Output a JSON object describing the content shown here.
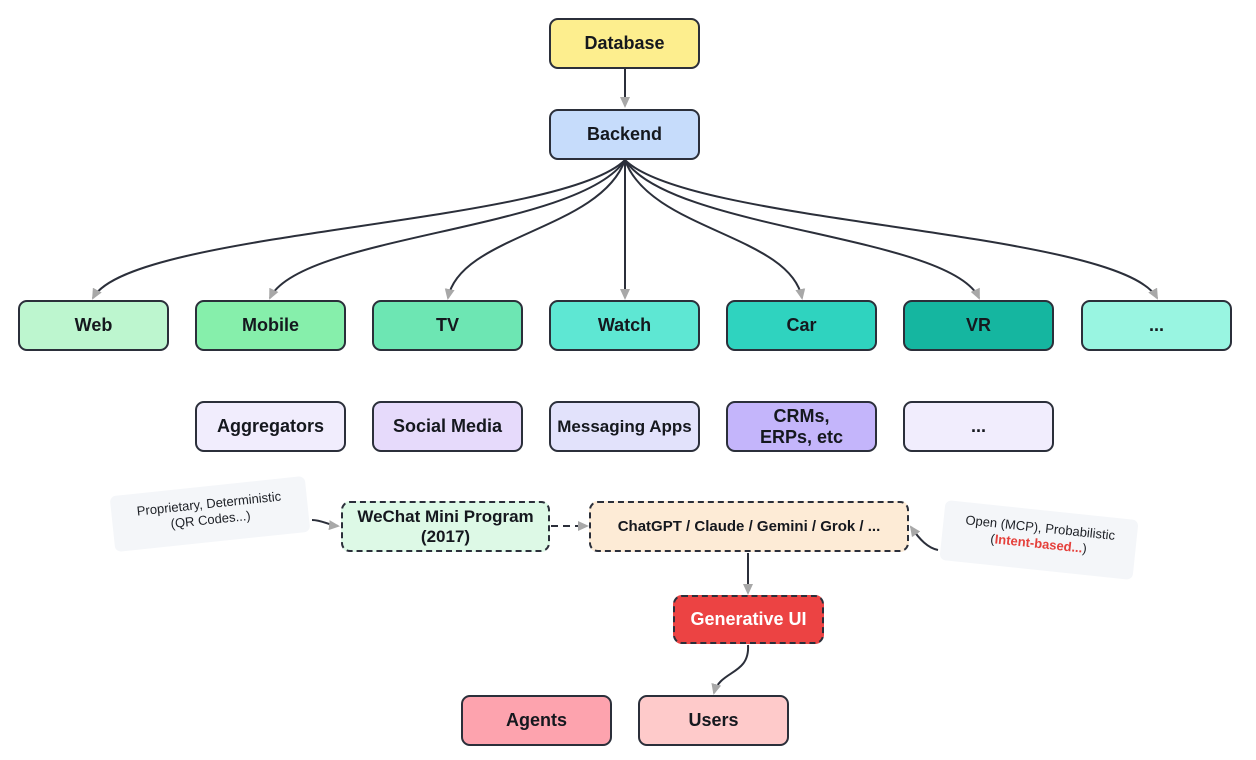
{
  "database": {
    "label": "Database",
    "color": "#fdee8e"
  },
  "backend": {
    "label": "Backend",
    "color": "#c6dcfb"
  },
  "devices": [
    {
      "label": "Web",
      "color": "#bdf6cf"
    },
    {
      "label": "Mobile",
      "color": "#86efab"
    },
    {
      "label": "TV",
      "color": "#6de6b3"
    },
    {
      "label": "Watch",
      "color": "#5ee7d3"
    },
    {
      "label": "Car",
      "color": "#2fd3bf"
    },
    {
      "label": "VR",
      "color": "#15b6a0"
    },
    {
      "label": "...",
      "color": "#99f5e1"
    }
  ],
  "channels": [
    {
      "label": "Aggregators",
      "color": "#f1edfd"
    },
    {
      "label": "Social Media",
      "color": "#e6dafb"
    },
    {
      "label": "Messaging Apps",
      "color": "#e2e2fb"
    },
    {
      "label": "CRMs, ERPs, etc",
      "color": "#c4b5fb"
    },
    {
      "label": "...",
      "color": "#f1edfd"
    }
  ],
  "wechat": {
    "label": "WeChat Mini Program (2017)",
    "color": "#ddf9e6"
  },
  "llms": {
    "label": "ChatGPT / Claude / Gemini / Grok / ...",
    "color": "#fdebd6"
  },
  "generative_ui": {
    "label": "Generative UI",
    "color": "#ec4343"
  },
  "agents": {
    "label": "Agents",
    "color": "#fda3ae"
  },
  "users": {
    "label": "Users",
    "color": "#fecaca"
  },
  "note_left": {
    "line1": "Proprietary, Deterministic",
    "line2": "(QR Codes...)"
  },
  "note_right": {
    "line1": "Open (MCP), Probabilistic",
    "paren_open": "(",
    "highlight": "Intent-based...",
    "paren_close": ")"
  },
  "colors": {
    "border": "#2b2f3a",
    "arrow": "#a8a8a8",
    "accent_red": "#e5403b"
  }
}
